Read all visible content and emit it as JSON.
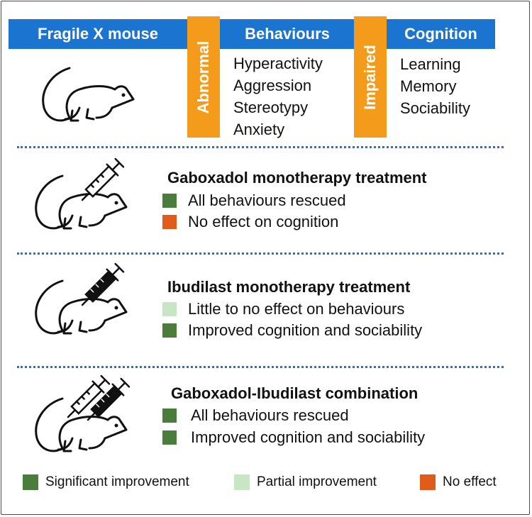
{
  "header": {
    "col1": "Fragile X mouse",
    "tab_abnormal": "Abnormal",
    "col2": "Behaviours",
    "tab_impaired": "Impaired",
    "col3": "Cognition"
  },
  "behaviours": [
    "Hyperactivity",
    "Aggression",
    "Stereotypy",
    "Anxiety"
  ],
  "cognition": [
    "Learning",
    "Memory",
    "Sociability"
  ],
  "treatments": [
    {
      "title": "Gaboxadol monotherapy treatment",
      "rows": [
        {
          "text": "All behaviours rescued",
          "effect": "significant"
        },
        {
          "text": "No effect on cognition",
          "effect": "none"
        }
      ]
    },
    {
      "title": "Ibudilast monotherapy treatment",
      "rows": [
        {
          "text": "Little to no effect on behaviours",
          "effect": "partial"
        },
        {
          "text": "Improved cognition and sociability",
          "effect": "significant"
        }
      ]
    },
    {
      "title": "Gaboxadol-Ibudilast combination",
      "rows": [
        {
          "text": "All behaviours rescued",
          "effect": "significant"
        },
        {
          "text": "Improved cognition and sociability",
          "effect": "significant"
        }
      ]
    }
  ],
  "legend": {
    "significant": "Significant improvement",
    "partial": "Partial improvement",
    "none": "No effect"
  },
  "colors": {
    "header_blue": "#1b74d0",
    "tab_orange": "#f59b1c",
    "significant": "#4a7d3c",
    "partial": "#c9e6c4",
    "none": "#e05a1a",
    "divider": "#3a6db5"
  }
}
